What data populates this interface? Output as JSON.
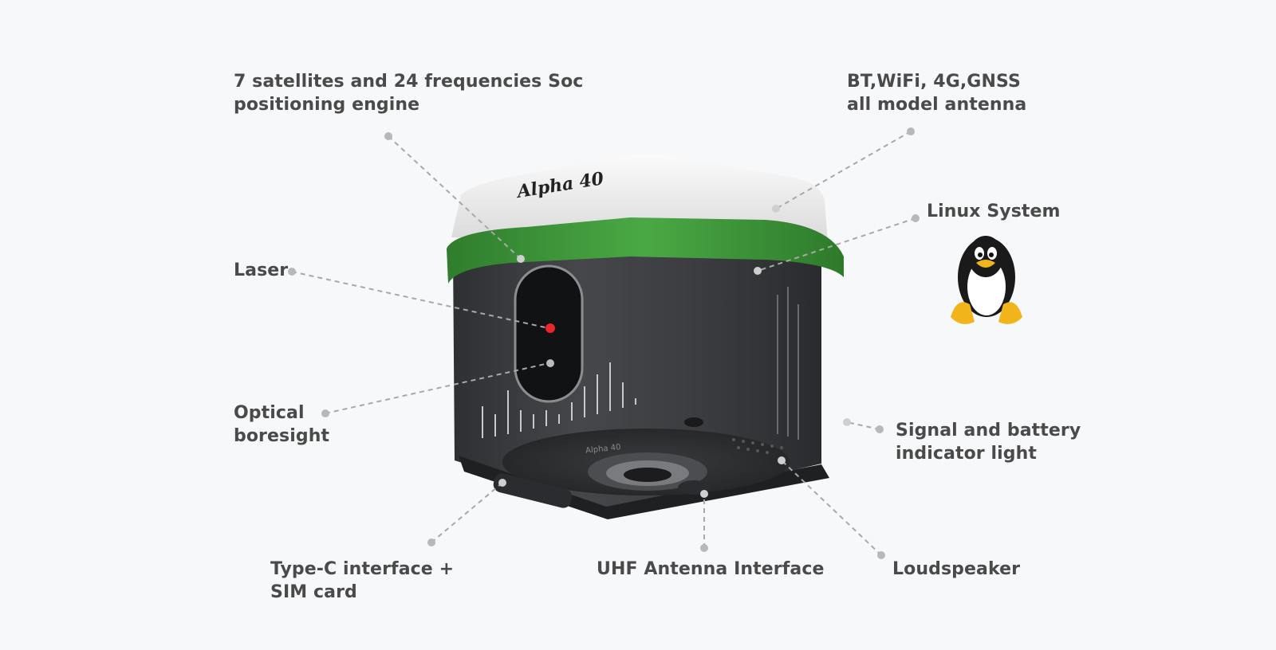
{
  "product": {
    "model_label": "Alpha 40",
    "base_label": "Alpha 40"
  },
  "callouts": {
    "soc_engine": [
      "7 satellites and 24 frequencies Soc",
      "positioning engine"
    ],
    "antenna": [
      "BT,WiFi, 4G,GNSS",
      "all model antenna"
    ],
    "linux": [
      "Linux System"
    ],
    "laser": [
      "Laser"
    ],
    "optical": [
      "Optical",
      "boresight"
    ],
    "indicator": [
      "Signal and battery",
      "indicator light"
    ],
    "typec": [
      "Type-C interface +",
      "SIM card"
    ],
    "uhf": [
      "UHF Antenna Interface"
    ],
    "speaker": [
      "Loudspeaker"
    ]
  },
  "colors": {
    "band_green": "#3f9a3a",
    "body_dark": "#3b3c3f",
    "cap_white": "#f1f1f1",
    "laser_red": "#e8262c",
    "label_text": "#4a4a4a",
    "leader_line": "#a8a8a8"
  },
  "icons": [
    "linux-penguin-icon"
  ]
}
